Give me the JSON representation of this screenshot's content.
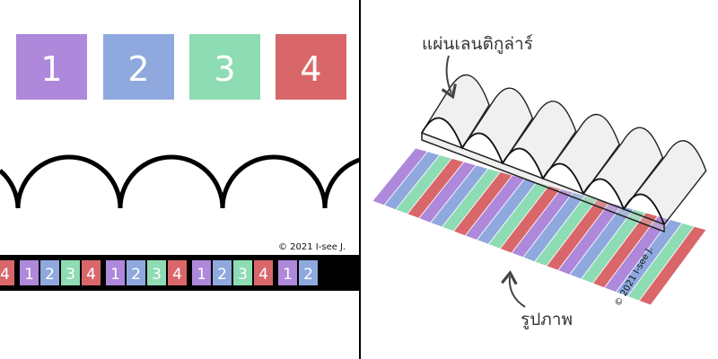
{
  "left_panel": {
    "tiles": [
      {
        "label": "1",
        "color": "#ae88da"
      },
      {
        "label": "2",
        "color": "#8fa9df"
      },
      {
        "label": "3",
        "color": "#8edcb3"
      },
      {
        "label": "4",
        "color": "#d9676a"
      }
    ],
    "strip_sequence": [
      "4",
      "1",
      "2",
      "3",
      "4",
      "1",
      "2",
      "3",
      "4",
      "1",
      "2",
      "3",
      "4",
      "1",
      "2"
    ],
    "copyright": "© 2021 I-see  J."
  },
  "right_panel": {
    "label_lens": "แผ่นเลนติกูล่าร์",
    "label_image": "รูปภาพ",
    "copyright": "© 2021 I-see  J.",
    "stripe_colors": [
      "#ae88da",
      "#8fa9df",
      "#8edcb3",
      "#d9676a"
    ]
  },
  "colors": {
    "divider": "#000000",
    "arc_stroke": "#000000",
    "tile_text": "#ffffff"
  }
}
